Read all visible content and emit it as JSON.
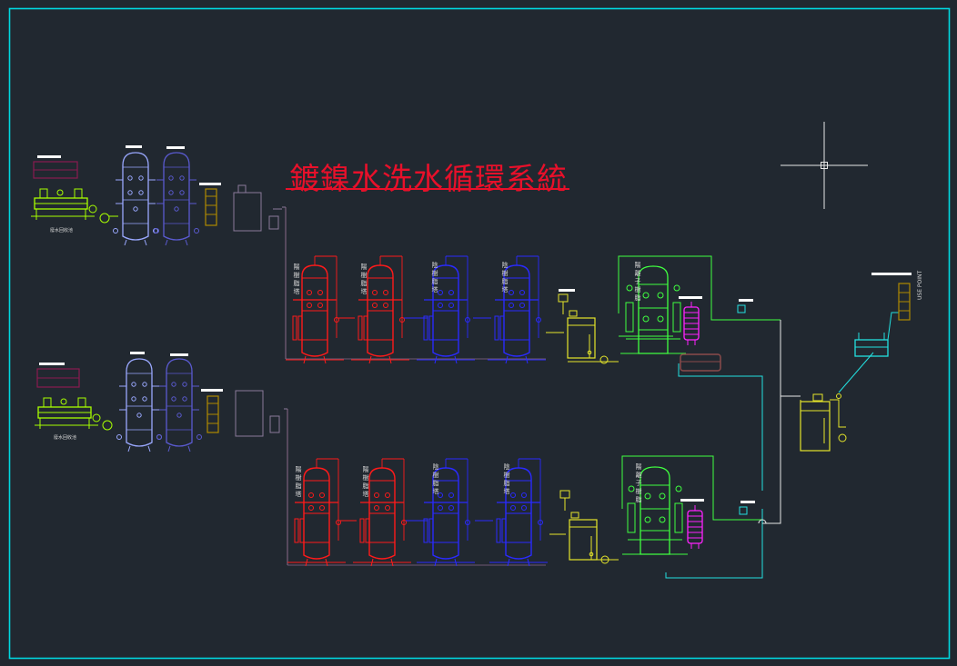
{
  "title": "鍍鎳水洗水循環系統",
  "labels": {
    "tower_label_a": "陽樹脂塔",
    "tower_label_b": "陰樹脂塔",
    "right_tank_label": "陽離子樹脂",
    "tank_bottom_label": "廢水回收池",
    "use_point": "USE POINT"
  },
  "colors": {
    "background": "#212830",
    "frame": "#00d8e0",
    "red": "#ff1a1a",
    "blue": "#2a2aff",
    "green": "#40ff40",
    "lime": "#b6ff00",
    "yellow": "#e6e62a",
    "magenta": "#ff22ff",
    "cyan": "#22e0e0",
    "white": "#e8e8e8"
  }
}
